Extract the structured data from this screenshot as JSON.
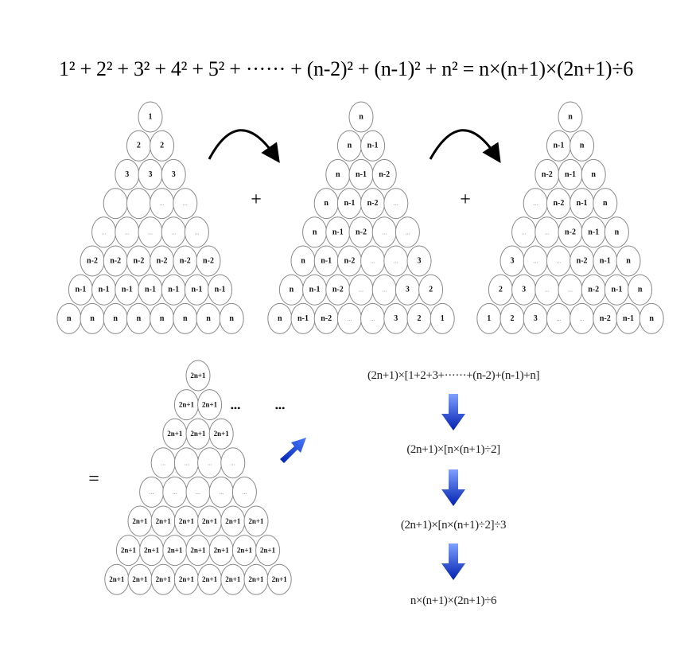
{
  "title": "1² + 2² + 3² + 4² + 5² + ······ + (n-2)² + (n-1)² + n² = n×(n+1)×(2n+1)÷6",
  "operators": {
    "plus": "+",
    "equals": "=",
    "ellipsis": "•••"
  },
  "triangles": [
    {
      "name": "triangle-squares",
      "rows": [
        [
          "1"
        ],
        [
          "2",
          "2"
        ],
        [
          "3",
          "3",
          "3"
        ],
        [
          "",
          "",
          "...",
          "..."
        ],
        [
          "...",
          "...",
          "...",
          "...",
          "..."
        ],
        [
          "n-2",
          "n-2",
          "n-2",
          "n-2",
          "n-2",
          "n-2"
        ],
        [
          "n-1",
          "n-1",
          "n-1",
          "n-1",
          "n-1",
          "n-1",
          "n-1"
        ],
        [
          "n",
          "n",
          "n",
          "n",
          "n",
          "n",
          "n",
          "n"
        ]
      ]
    },
    {
      "name": "triangle-rotated-1",
      "rows": [
        [
          "n"
        ],
        [
          "n",
          "n-1"
        ],
        [
          "n",
          "n-1",
          "n-2"
        ],
        [
          "n",
          "n-1",
          "n-2",
          "..."
        ],
        [
          "n",
          "n-1",
          "n-2",
          "...",
          "..."
        ],
        [
          "n",
          "n-1",
          "n-2",
          "...",
          "...",
          "3"
        ],
        [
          "n",
          "n-1",
          "n-2",
          "...",
          "...",
          "3",
          "2"
        ],
        [
          "n",
          "n-1",
          "n-2",
          "...",
          "...",
          "3",
          "2",
          "1"
        ]
      ]
    },
    {
      "name": "triangle-rotated-2",
      "rows": [
        [
          "n"
        ],
        [
          "n-1",
          "n"
        ],
        [
          "n-2",
          "n-1",
          "n"
        ],
        [
          "...",
          "n-2",
          "n-1",
          "n"
        ],
        [
          "...",
          "...",
          "n-2",
          "n-1",
          "n"
        ],
        [
          "3",
          "...",
          "...",
          "n-2",
          "n-1",
          "n"
        ],
        [
          "2",
          "3",
          "...",
          "...",
          "n-2",
          "n-1",
          "n"
        ],
        [
          "1",
          "2",
          "3",
          "...",
          "...",
          "n-2",
          "n-1",
          "n"
        ]
      ]
    },
    {
      "name": "triangle-sum",
      "rows": [
        [
          "2n+1"
        ],
        [
          "2n+1",
          "2n+1"
        ],
        [
          "2n+1",
          "2n+1",
          "2n+1"
        ],
        [
          "...",
          "...",
          "...",
          "..."
        ],
        [
          "...",
          "...",
          "...",
          "...",
          "..."
        ],
        [
          "2n+1",
          "2n+1",
          "2n+1",
          "2n+1",
          "2n+1",
          "2n+1"
        ],
        [
          "2n+1",
          "2n+1",
          "2n+1",
          "2n+1",
          "2n+1",
          "2n+1",
          "2n+1"
        ],
        [
          "2n+1",
          "2n+1",
          "2n+1",
          "2n+1",
          "2n+1",
          "2n+1",
          "2n+1",
          "2n+1"
        ]
      ]
    }
  ],
  "steps": [
    "(2n+1)×[1+2+3+······+(n-2)+(n-1)+n]",
    "(2n+1)×[n×(n+1)÷2]",
    "(2n+1)×[n×(n+1)÷2]÷3",
    "n×(n+1)×(2n+1)÷6"
  ],
  "colors": {
    "arrow_blue": "#0a3fd0",
    "circle_stroke": "#8a8a8a"
  }
}
